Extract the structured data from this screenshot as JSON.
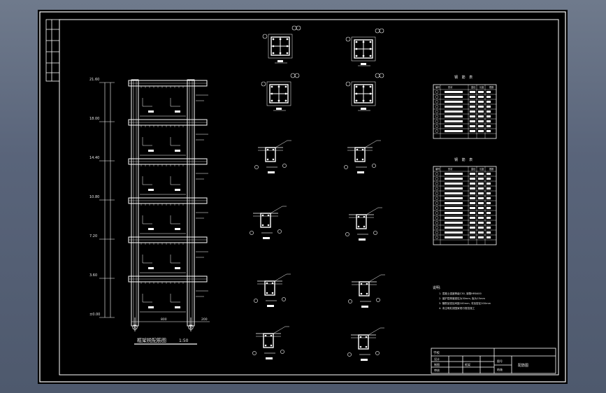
{
  "drawing": {
    "frame_title": "框架棁配筋图",
    "scale": "1:50",
    "elevations": [
      "21.60",
      "18.00",
      "14.40",
      "10.80",
      "7.20",
      "3.60",
      "±0.00"
    ],
    "axis_marks": [
      "A",
      "B"
    ],
    "span_dims": [
      "800",
      "200"
    ],
    "table1": {
      "title": "钢 筋 表",
      "headers": [
        "编号",
        "形状",
        "直径",
        "长度",
        "根数"
      ]
    },
    "table2": {
      "title": "钢 筋 表",
      "headers": [
        "编号",
        "形状",
        "直径",
        "长度",
        "根数"
      ]
    },
    "notes": {
      "heading": "说明:",
      "lines": [
        "1. 混凝土强度等级C30, 钢筋HRB400",
        "2. 保护层厚度梁柱为30mm, 板为15mm",
        "3. 箍筋加密区间距100mm, 非加密区200mm",
        "4. 未注明处按国家现行规范施工"
      ]
    },
    "title_block": {
      "school": "学校",
      "left_labels": [
        "设计",
        "制图",
        "审核"
      ],
      "center_label": "框架",
      "right_labels": [
        "图号",
        "结施"
      ],
      "drawing_name": "配筋图"
    }
  }
}
